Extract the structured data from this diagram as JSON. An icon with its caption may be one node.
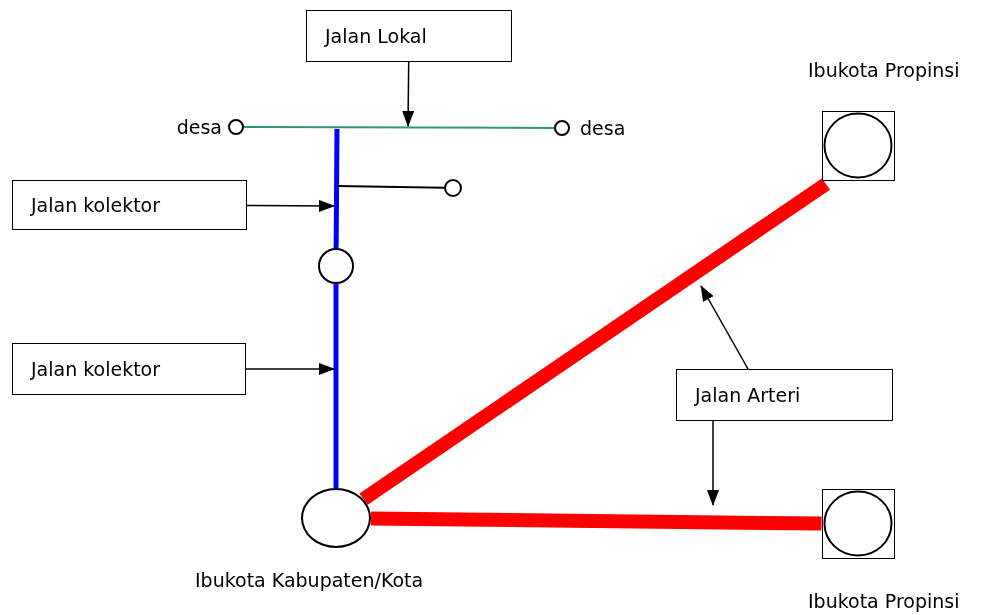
{
  "diagram": {
    "nodes": [
      {
        "text": [
          "Jalan Lokal"
        ]
      },
      {
        "text": [],
        "shape": "circle",
        "beside": [
          "desa"
        ]
      },
      {
        "text": [],
        "shape": "circle",
        "beside": [
          "desa"
        ]
      },
      {
        "text": [],
        "shape": "circle"
      },
      {
        "text": [
          "Jalan kolektor"
        ]
      },
      {
        "text": [],
        "shape": "circle"
      },
      {
        "text": [
          "Jalan kolektor"
        ]
      },
      {
        "text": [],
        "shape": "box",
        "beside": [
          "Ibukota Propinsi"
        ]
      },
      {
        "text": [
          "Jalan Arteri"
        ]
      },
      {
        "text": [],
        "shape": "circle",
        "beside": [
          "Ibukota Kabupaten/Kota"
        ]
      },
      {
        "text": [],
        "shape": "box",
        "beside": [
          "Ibukota Propinsi"
        ]
      }
    ],
    "edges": [
      {
        "from": 1,
        "to": 2,
        "arrow": "none",
        "color": "#2e9a6a"
      },
      {
        "from": null,
        "to": 5,
        "arrow": "none",
        "style": "thick",
        "color": "#0000ff"
      },
      {
        "from": null,
        "to": 3,
        "arrow": "none"
      },
      {
        "from": 5,
        "to": 9,
        "arrow": "none",
        "style": "thick",
        "color": "#0000ff"
      },
      {
        "from": 9,
        "to": 7,
        "arrow": "none",
        "style": "thick",
        "color": "#ff0000"
      },
      {
        "from": 9,
        "to": 10,
        "arrow": "none",
        "style": "thick",
        "color": "#ff0000"
      },
      {
        "from": 0,
        "to": null,
        "arrow": "to"
      },
      {
        "from": 4,
        "to": null,
        "arrow": "to"
      },
      {
        "from": 6,
        "to": null,
        "arrow": "to"
      },
      {
        "from": 8,
        "to": null,
        "arrow": "to"
      },
      {
        "from": 8,
        "to": null,
        "arrow": "to"
      }
    ]
  }
}
